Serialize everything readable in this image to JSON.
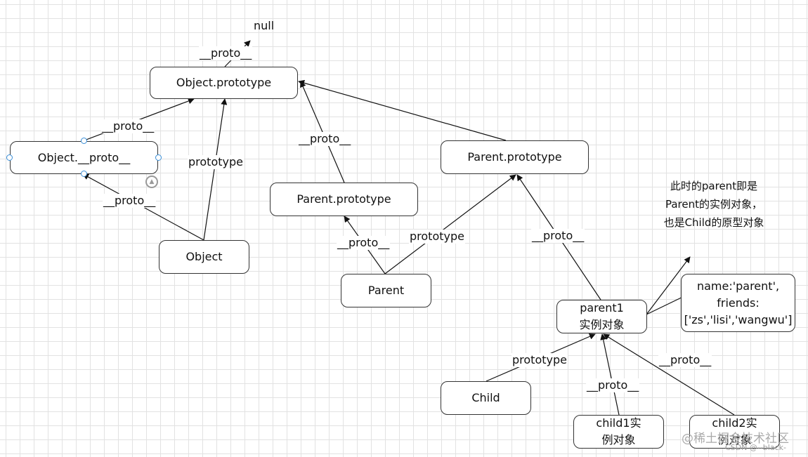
{
  "nodes": {
    "object_prototype": "Object.prototype",
    "object_dunder_proto": "Object.__proto__",
    "object": "Object",
    "parent_prototype_left": "Parent.prototype",
    "parent_prototype_right": "Parent.prototype",
    "parent": "Parent",
    "parent1_instance": "parent1实例对象",
    "props_box": "name:'parent', friends: ['zs','lisi','wangwu']",
    "child": "Child",
    "child1_instance": "child1实例对象",
    "child2_instance": "child2实例对象"
  },
  "labels": {
    "null": "null",
    "proto_top": "__proto__",
    "proto_obj_left": "__proto__",
    "prototype_object": "prototype",
    "proto_object_fn": "__proto__",
    "proto_parent_left": "__proto__",
    "proto_parent_fn": "__proto__",
    "prototype_parent": "prototype",
    "proto_parent1": "__proto__",
    "prototype_child": "prototype",
    "proto_child1": "__proto__",
    "proto_child2": "__proto__"
  },
  "note": "此时的parent即是Parent的实例对象，也是Child的原型对象",
  "watermark": {
    "brand": "@稀土掘金技术社区",
    "source": "CSDN @--black-"
  },
  "colors": {
    "line": "#111111",
    "grid": "#e2e2e2",
    "selection_handle": "#3a8fd8"
  }
}
